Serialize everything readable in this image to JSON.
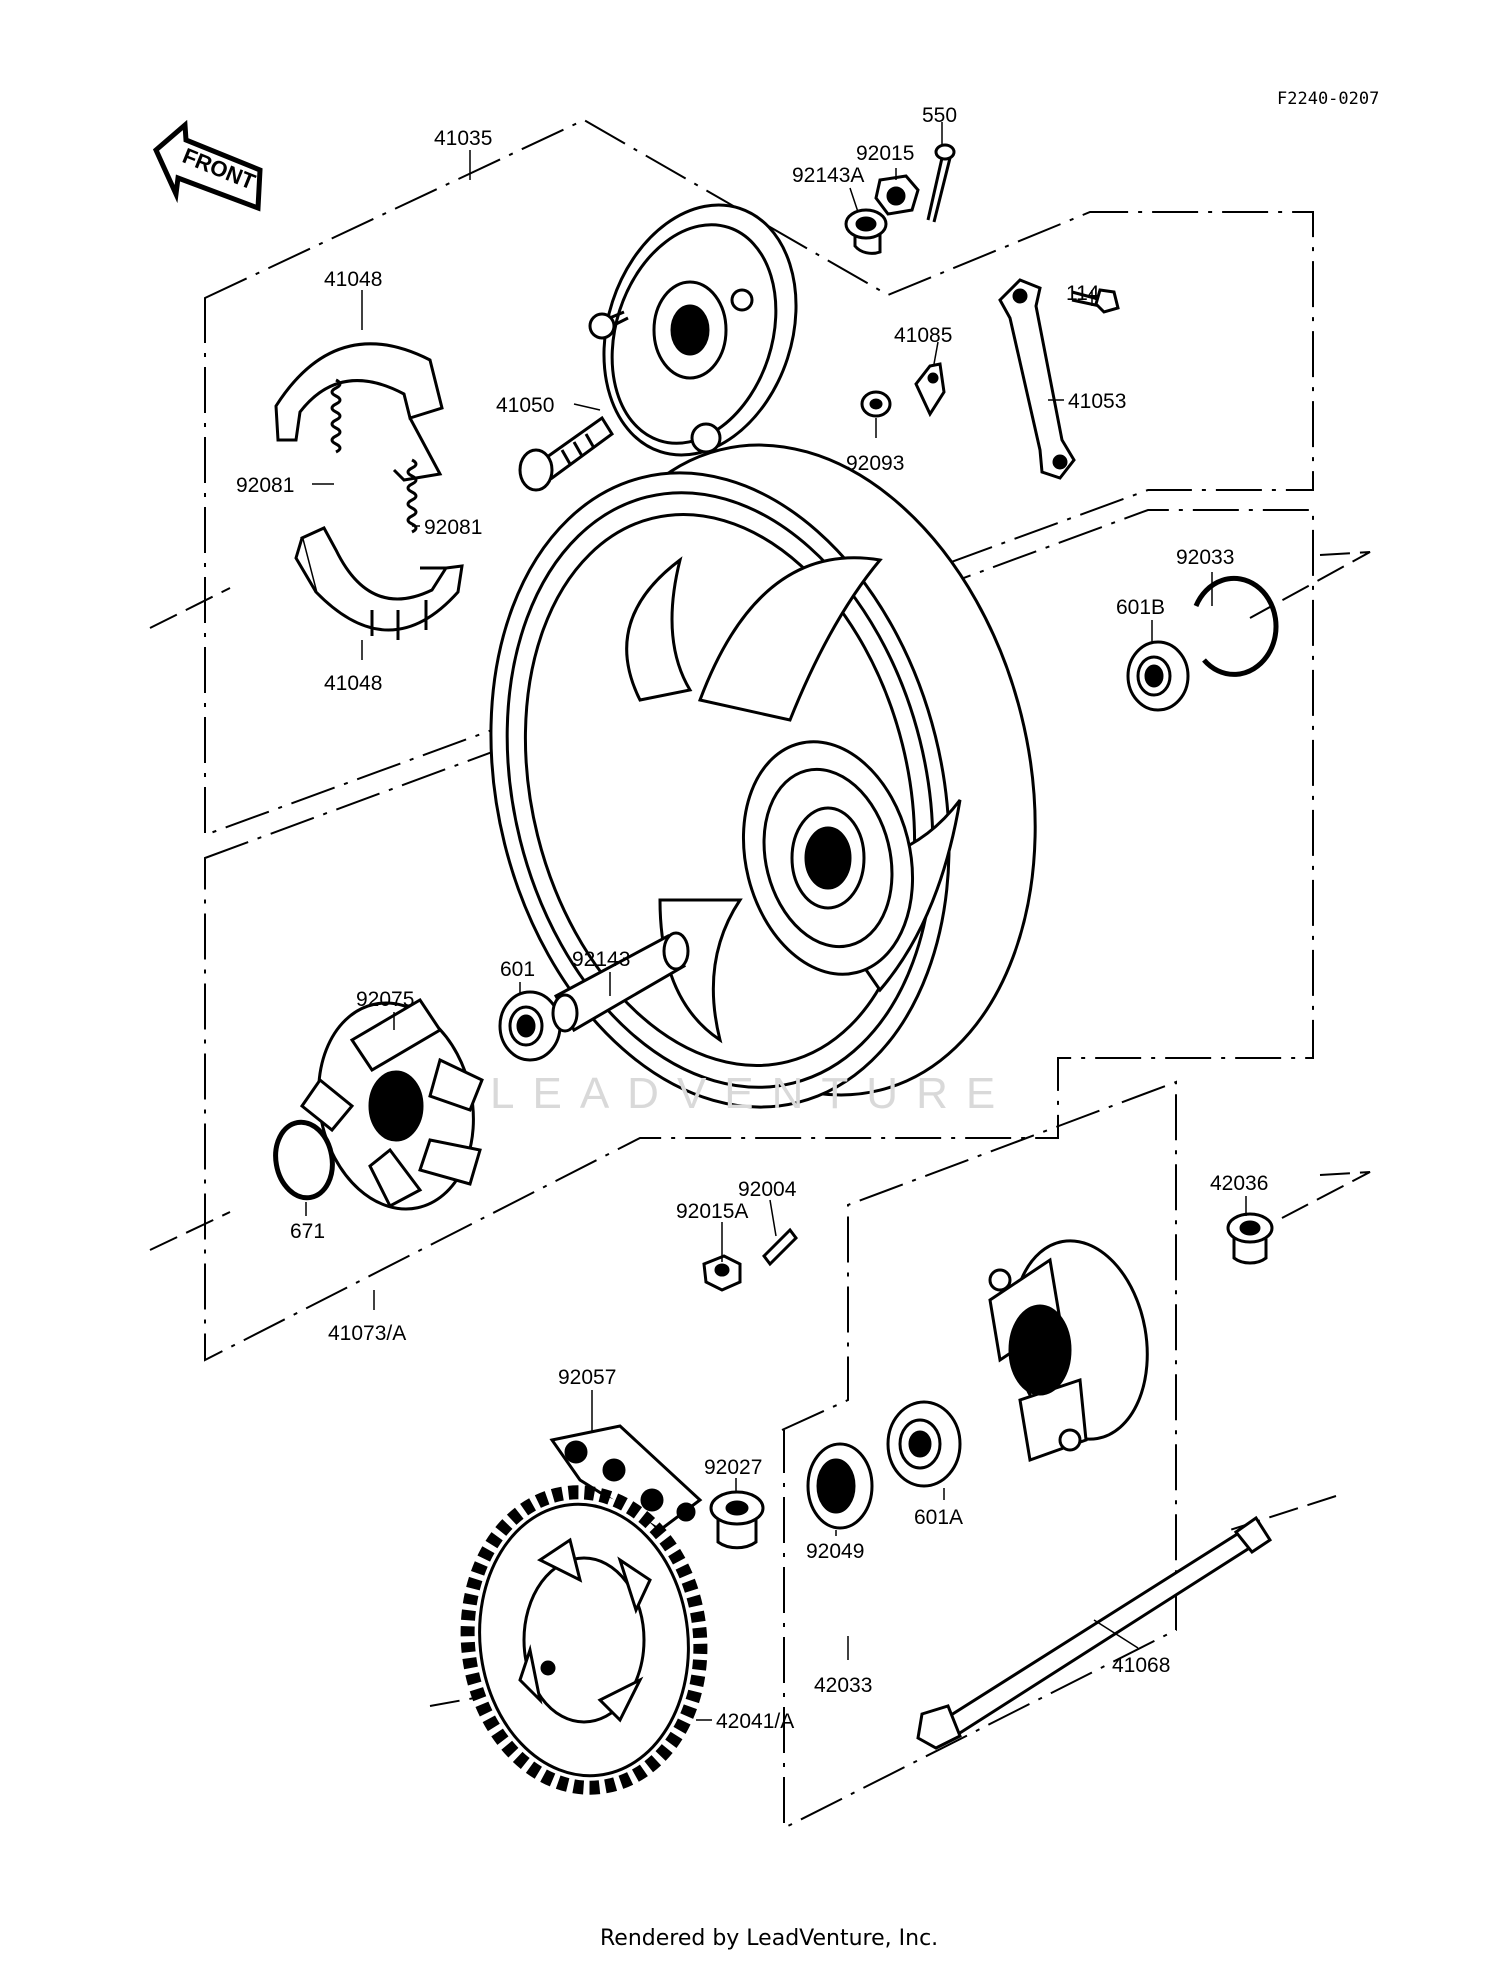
{
  "diagram": {
    "code": "F2240-0207",
    "front_label": "FRONT",
    "watermark": "LEADVENTURE",
    "footer": "Rendered by LeadVenture, Inc.",
    "parts": [
      {
        "id": "41035",
        "label": "41035"
      },
      {
        "id": "550",
        "label": "550"
      },
      {
        "id": "92015",
        "label": "92015"
      },
      {
        "id": "92143A",
        "label": "92143A"
      },
      {
        "id": "41048-top",
        "label": "41048"
      },
      {
        "id": "114",
        "label": "114"
      },
      {
        "id": "41085",
        "label": "41085"
      },
      {
        "id": "41050",
        "label": "41050"
      },
      {
        "id": "41053",
        "label": "41053"
      },
      {
        "id": "92093",
        "label": "92093"
      },
      {
        "id": "92081-left",
        "label": "92081"
      },
      {
        "id": "92081-right",
        "label": "92081"
      },
      {
        "id": "92033",
        "label": "92033"
      },
      {
        "id": "601B",
        "label": "601B"
      },
      {
        "id": "41048-bottom",
        "label": "41048"
      },
      {
        "id": "92143",
        "label": "92143"
      },
      {
        "id": "92075",
        "label": "92075"
      },
      {
        "id": "601",
        "label": "601"
      },
      {
        "id": "42036",
        "label": "42036"
      },
      {
        "id": "92004",
        "label": "92004"
      },
      {
        "id": "92015A",
        "label": "92015A"
      },
      {
        "id": "671",
        "label": "671"
      },
      {
        "id": "41073A",
        "label": "41073/A"
      },
      {
        "id": "92057",
        "label": "92057"
      },
      {
        "id": "92027",
        "label": "92027"
      },
      {
        "id": "601A",
        "label": "601A"
      },
      {
        "id": "92049",
        "label": "92049"
      },
      {
        "id": "42033",
        "label": "42033"
      },
      {
        "id": "41068",
        "label": "41068"
      },
      {
        "id": "42041A",
        "label": "42041/A"
      }
    ]
  }
}
